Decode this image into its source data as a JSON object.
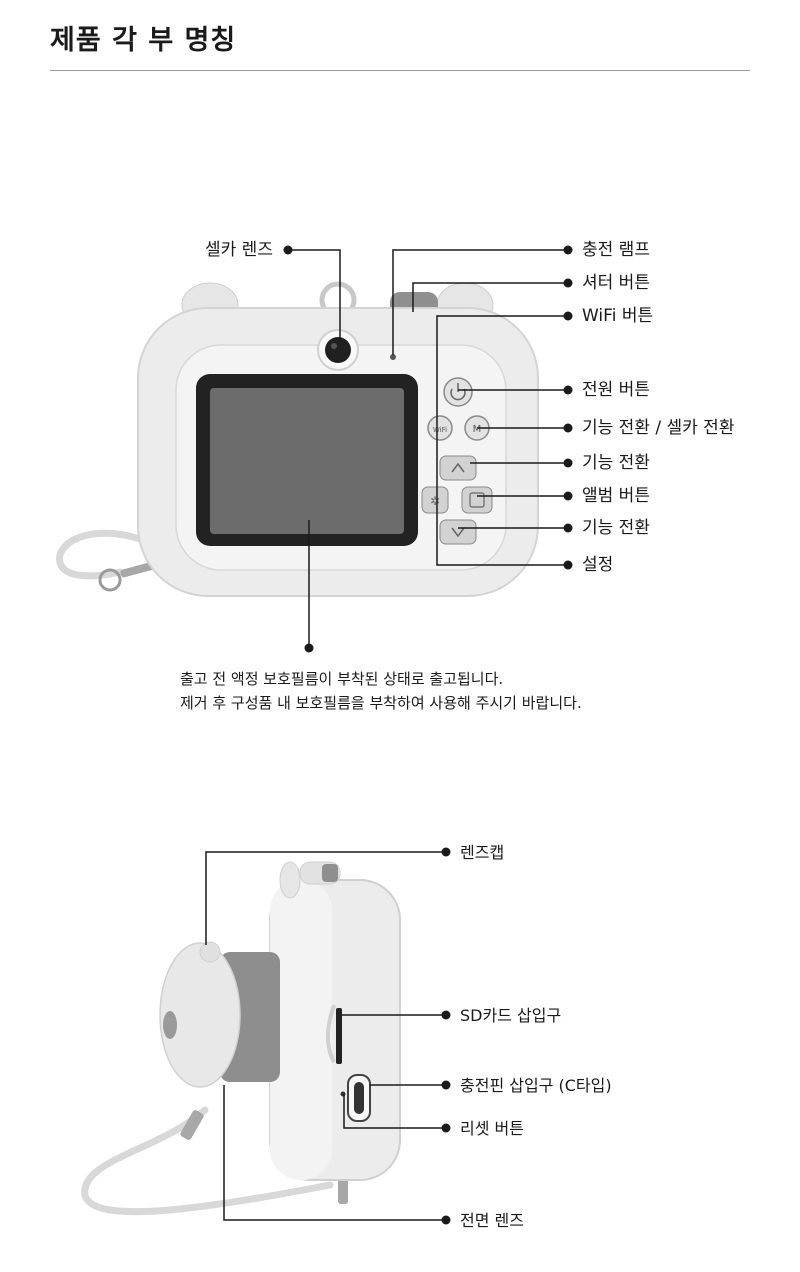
{
  "header": {
    "title": "제품 각 부 명칭"
  },
  "front": {
    "labels": {
      "selfie_lens": "셀카 렌즈",
      "charge_lamp": "충전 램프",
      "shutter": "셔터 버튼",
      "wifi": "WiFi 버튼",
      "power": "전원 버튼",
      "mode_selfie": "기능 전환 / 셀카 전환",
      "function_up": "기능 전환",
      "album": "앨범 버튼",
      "function_down": "기능 전환",
      "settings": "설정"
    },
    "button_marks": {
      "wifi": "WiFi",
      "mode": "M"
    },
    "note_line1": "출고 전 액정 보호필름이 부착된 상태로 출고됩니다.",
    "note_line2": "제거 후 구성품 내 보호필름을 부착하여 사용해 주시기 바랍니다."
  },
  "side": {
    "labels": {
      "lens_cap": "렌즈캡",
      "sd_slot": "SD카드 삽입구",
      "charge_port": "충전핀 삽입구 (C타입)",
      "reset": "리셋 버튼",
      "front_lens": "전면 렌즈"
    }
  }
}
